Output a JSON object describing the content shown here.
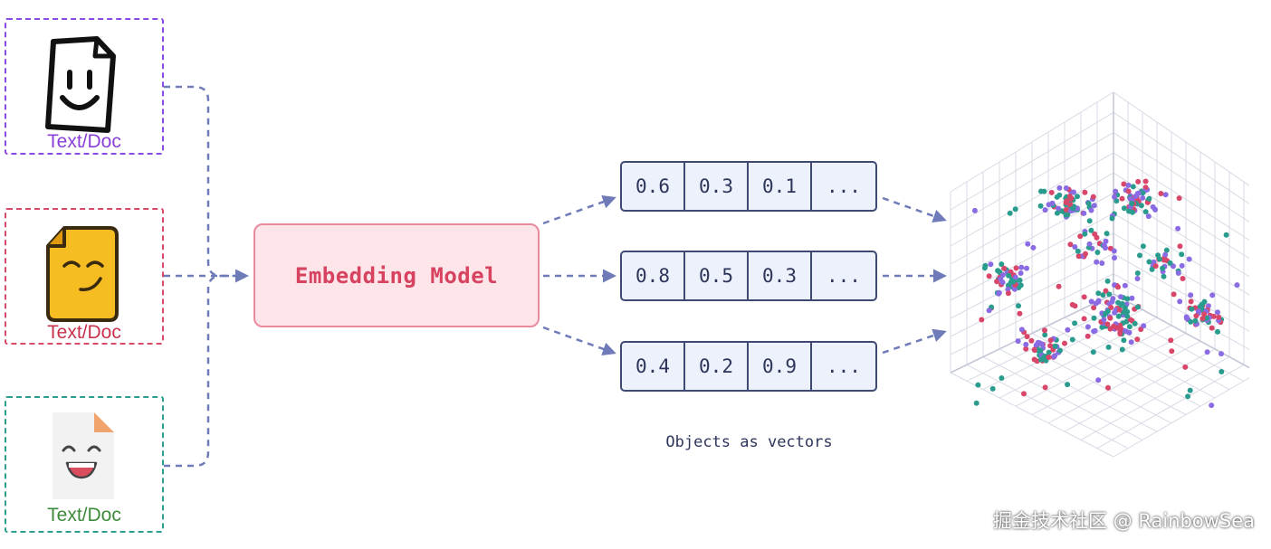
{
  "inputs": [
    {
      "label": "Text/Doc",
      "color": "#8b4be3",
      "label_color": "#8b3fd9",
      "icon": "smiley-document-icon"
    },
    {
      "label": "Text/Doc",
      "color": "#d64a6a",
      "label_color": "#c8324e",
      "icon": "yellow-smiling-note-icon"
    },
    {
      "label": "Text/Doc",
      "color": "#2c9e8f",
      "label_color": "#3f8a3b",
      "icon": "laughing-document-icon"
    }
  ],
  "model": {
    "label": "Embedding Model"
  },
  "vectors": [
    {
      "values": [
        "0.6",
        "0.3",
        "0.1",
        "..."
      ]
    },
    {
      "values": [
        "0.8",
        "0.5",
        "0.3",
        "..."
      ]
    },
    {
      "values": [
        "0.4",
        "0.2",
        "0.9",
        "..."
      ]
    }
  ],
  "caption": "Objects as vectors",
  "vector_space": {
    "point_colors": [
      "#d8466a",
      "#8a6be3",
      "#2a9c8e"
    ]
  },
  "watermark": "掘金技术社区 @ RainbowSea",
  "colors": {
    "connector": "#6f7bb8",
    "model_fill": "#fde5ea",
    "model_border": "#e98a9d",
    "vector_fill": "#edf1fb",
    "vector_border": "#3f4a74"
  }
}
